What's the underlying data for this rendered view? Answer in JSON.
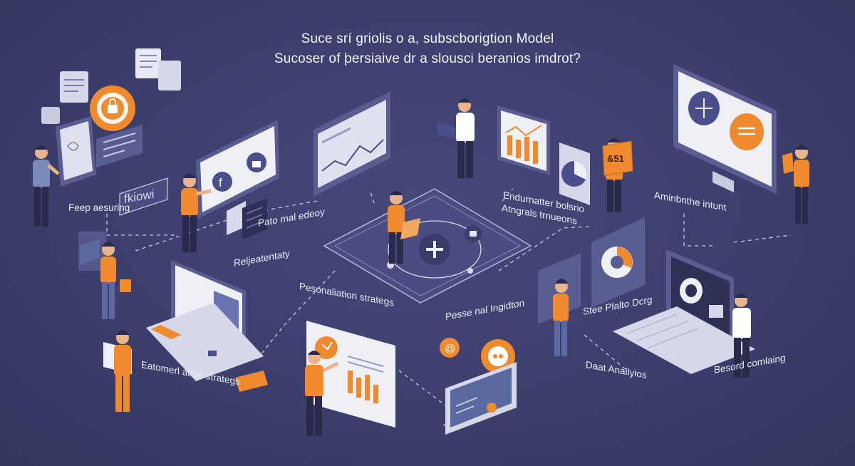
{
  "title": {
    "line1": "Suce srí griolis o a, subscborigtion Model",
    "line2": "Sucoser of þersiaive dr a slousci beranios imdrot?"
  },
  "labels": {
    "top_left": "Feep aesuring",
    "screen_sign": "fkiowi",
    "mid_left_a": "Pato mal edeoy",
    "mid_left_b": "Reljeatentaty",
    "center_left": "Pesonaliation strategs",
    "center_right": "Pesse nal Ingidton",
    "top_right_a": "Endurnatter bolsrio",
    "top_right_b": "Atngrals trnueons",
    "far_right": "Aminbnthe intunt",
    "right_mid": "Stee Plalto Dcrg",
    "bottom_left": "Eatomerl ation strategs",
    "bottom_right_a": "Daat Anallyios",
    "bottom_right_b": "Besord comlaing",
    "sign_text": "&51"
  },
  "colors": {
    "background": "#3d3f6e",
    "accent": "#f08a2e",
    "screen": "#eef0f6",
    "device": "#5a5d92",
    "line": "#c9cbe0"
  }
}
